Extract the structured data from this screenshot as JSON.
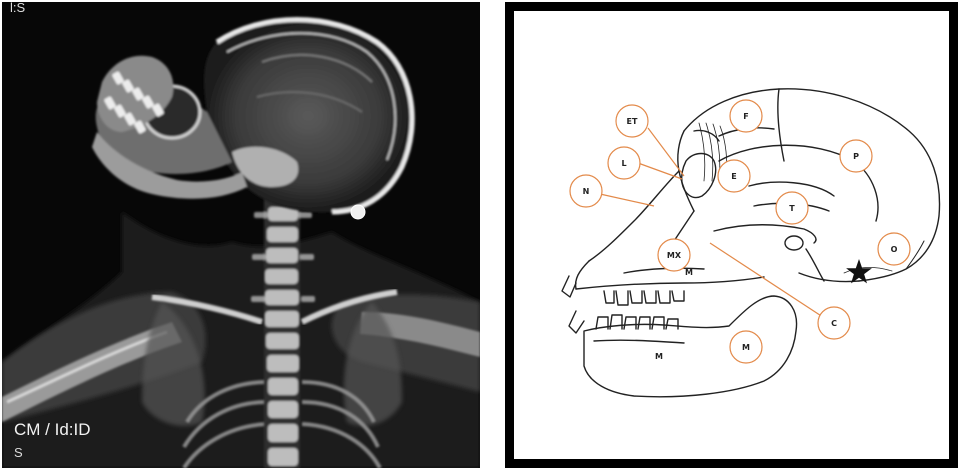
{
  "xray": {
    "top_label": "l:S",
    "bottom_label": "CM / Id:ID",
    "bottom_label_2": "S"
  },
  "diagram": {
    "tags": {
      "et": "ET",
      "f": "F",
      "p": "P",
      "l": "L",
      "e": "E",
      "n": "N",
      "t": "T",
      "mx": "MX",
      "o": "O",
      "c": "C",
      "m": "M"
    },
    "inline_marks": {
      "m_upper": "M",
      "m_lower": "M"
    },
    "colors": {
      "tag_stroke": "#e38a4a",
      "leader_line": "#e38a4a",
      "drawing_ink": "#222222"
    },
    "star_icon": "black-star"
  }
}
